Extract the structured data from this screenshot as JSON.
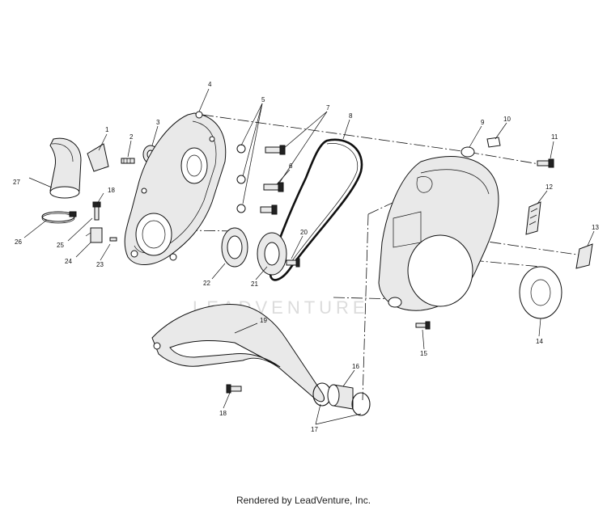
{
  "watermark": "LEADVENTURE",
  "footer": "Rendered by LeadVenture, Inc.",
  "callouts": [
    "1",
    "2",
    "3",
    "4",
    "5",
    "6",
    "7",
    "8",
    "9",
    "10",
    "11",
    "12",
    "13",
    "14",
    "15",
    "16",
    "17",
    "18",
    "19",
    "20",
    "21",
    "22",
    "23",
    "24",
    "25",
    "26",
    "27"
  ]
}
